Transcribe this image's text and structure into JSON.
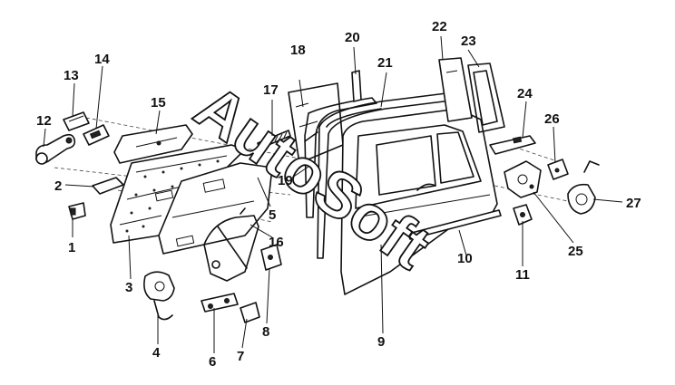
{
  "watermark": {
    "text": "AutoSoft"
  },
  "callouts": [
    "1",
    "2",
    "3",
    "4",
    "5",
    "6",
    "7",
    "8",
    "9",
    "10",
    "11",
    "12",
    "13",
    "14",
    "15",
    "16",
    "17",
    "18",
    "19",
    "20",
    "21",
    "22",
    "23",
    "24",
    "25",
    "26",
    "27"
  ]
}
